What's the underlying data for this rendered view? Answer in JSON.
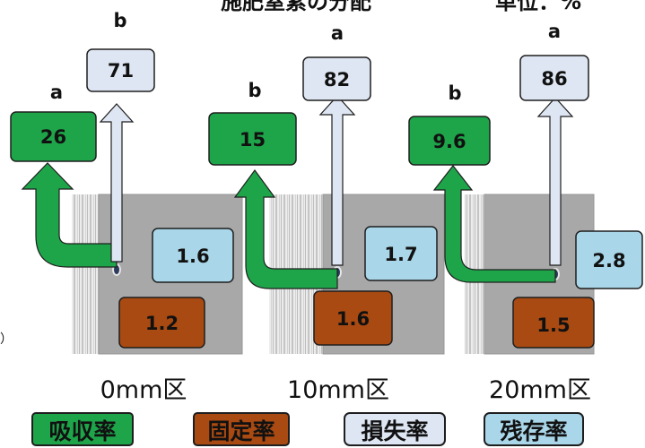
{
  "title": "施肥窒素の分配",
  "unit": "単位：%",
  "edge_mark": "）",
  "plots": [
    {
      "label": "0mm区",
      "absorption": "26",
      "absorption_letter": "a",
      "loss": "71",
      "loss_letter": "b",
      "remaining": "1.6",
      "fixed": "1.2"
    },
    {
      "label": "10mm区",
      "absorption": "15",
      "absorption_letter": "b",
      "loss": "82",
      "loss_letter": "a",
      "remaining": "1.7",
      "fixed": "1.6"
    },
    {
      "label": "20mm区",
      "absorption": "9.6",
      "absorption_letter": "b",
      "loss": "86",
      "loss_letter": "a",
      "remaining": "2.8",
      "fixed": "1.5"
    }
  ],
  "legend": [
    {
      "label": "吸収率",
      "color": "#1ea54a"
    },
    {
      "label": "固定率",
      "color": "#a84a12"
    },
    {
      "label": "損失率",
      "color": "#dfe6f3"
    },
    {
      "label": "残存率",
      "color": "#a9d6e8"
    }
  ],
  "colors": {
    "absorption": "#1ea54a",
    "fixed": "#a84a12",
    "loss": "#dfe6f3",
    "remaining": "#a9d6e8",
    "soil": "#a8a8a8"
  }
}
